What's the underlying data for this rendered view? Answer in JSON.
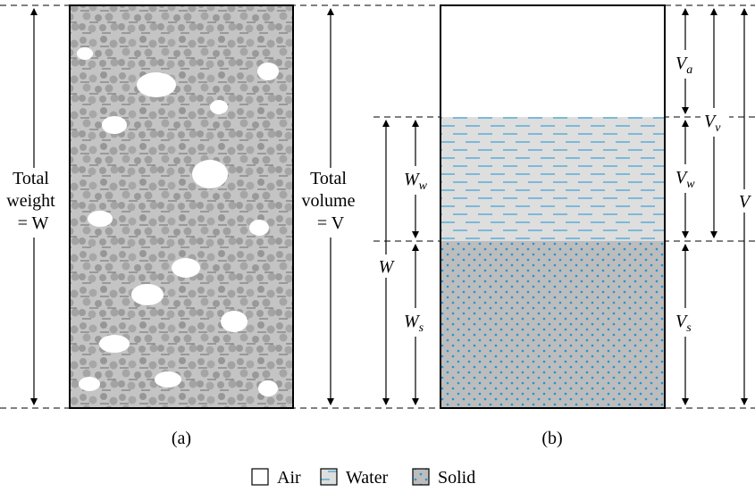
{
  "diagram": {
    "panel_a": {
      "caption": "(a)",
      "weight_label": [
        "Total",
        "weight",
        "= W"
      ],
      "volume_label": [
        "Total",
        "volume",
        "= V"
      ]
    },
    "panel_b": {
      "caption": "(b)",
      "labels": {
        "va": {
          "main": "V",
          "sub": "a"
        },
        "vv": {
          "main": "V",
          "sub": "v"
        },
        "vw": {
          "main": "V",
          "sub": "w"
        },
        "v": "V",
        "ww": {
          "main": "W",
          "sub": "w"
        },
        "w": "W",
        "ws": {
          "main": "W",
          "sub": "s"
        },
        "vs": {
          "main": "V",
          "sub": "s"
        }
      }
    },
    "legend": {
      "items": [
        "Air",
        "Water",
        "Solid"
      ]
    },
    "colors": {
      "water_line": "#3aa0d8",
      "water_fill": "#dedede",
      "solid_fill": "#bdbdbd",
      "solid_dot": "#2196d3",
      "soil_grain": "#9e9e9e",
      "soil_dash": "#6e6e6e"
    }
  }
}
